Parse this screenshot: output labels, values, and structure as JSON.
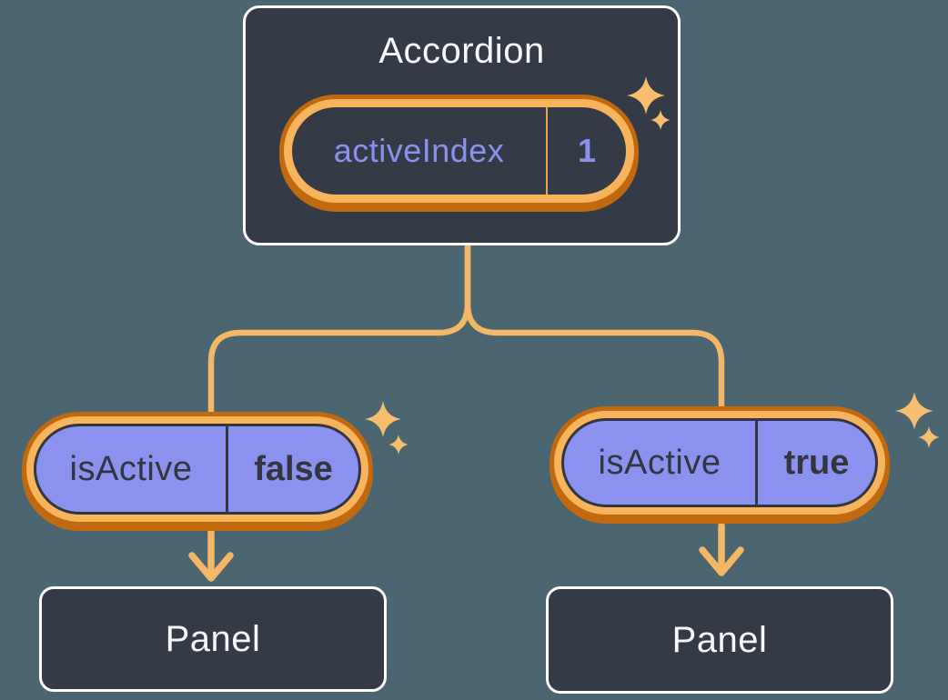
{
  "diagram": {
    "root": {
      "title": "Accordion",
      "state": {
        "name": "activeIndex",
        "value": "1"
      }
    },
    "children": [
      {
        "state": {
          "name": "isActive",
          "value": "false"
        },
        "panel_label": "Panel"
      },
      {
        "state": {
          "name": "isActive",
          "value": "true"
        },
        "panel_label": "Panel"
      }
    ]
  },
  "icons": {
    "sparkle": "four-point-star"
  },
  "colors": {
    "background": "#4C6671",
    "box-fill": "#343A46",
    "box-border": "#FFFFFF",
    "pill-fill": "#8A91EE",
    "ring-light": "#F7B45C",
    "ring-dark": "#C0690F",
    "wire": "#F3B765",
    "sparkle": "#F6BE6E",
    "text-light": "#F6F7F9",
    "text-dark": "#33363E",
    "divider-orange": "#EDA24E"
  }
}
